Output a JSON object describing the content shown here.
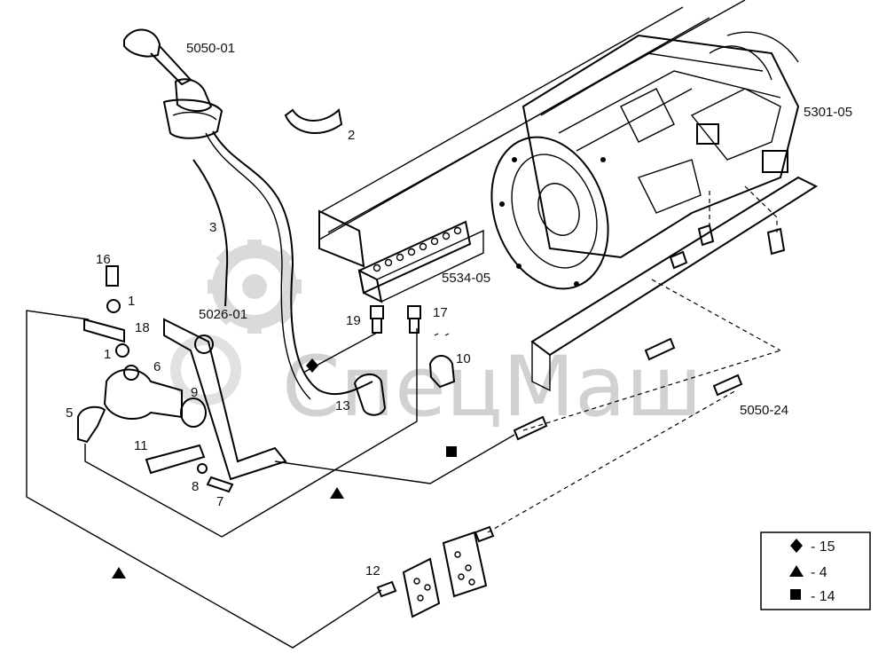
{
  "assembly_codes": {
    "shift_lever": "5050-01",
    "gearbox": "5301-05",
    "bracket_block": "5534-05",
    "clutch_linkage": "5026-01",
    "hydraulic_lines": "5050-24"
  },
  "part_numbers": [
    "1",
    "1",
    "2",
    "3",
    "5",
    "6",
    "7",
    "8",
    "9",
    "10",
    "11",
    "12",
    "13",
    "16",
    "17",
    "18",
    "19"
  ],
  "watermark": "СпецМаш",
  "legend": {
    "rows": [
      {
        "symbol": "diamond",
        "text": "- 15"
      },
      {
        "symbol": "triangle",
        "text": "- 4"
      },
      {
        "symbol": "square",
        "text": "- 14"
      }
    ]
  }
}
